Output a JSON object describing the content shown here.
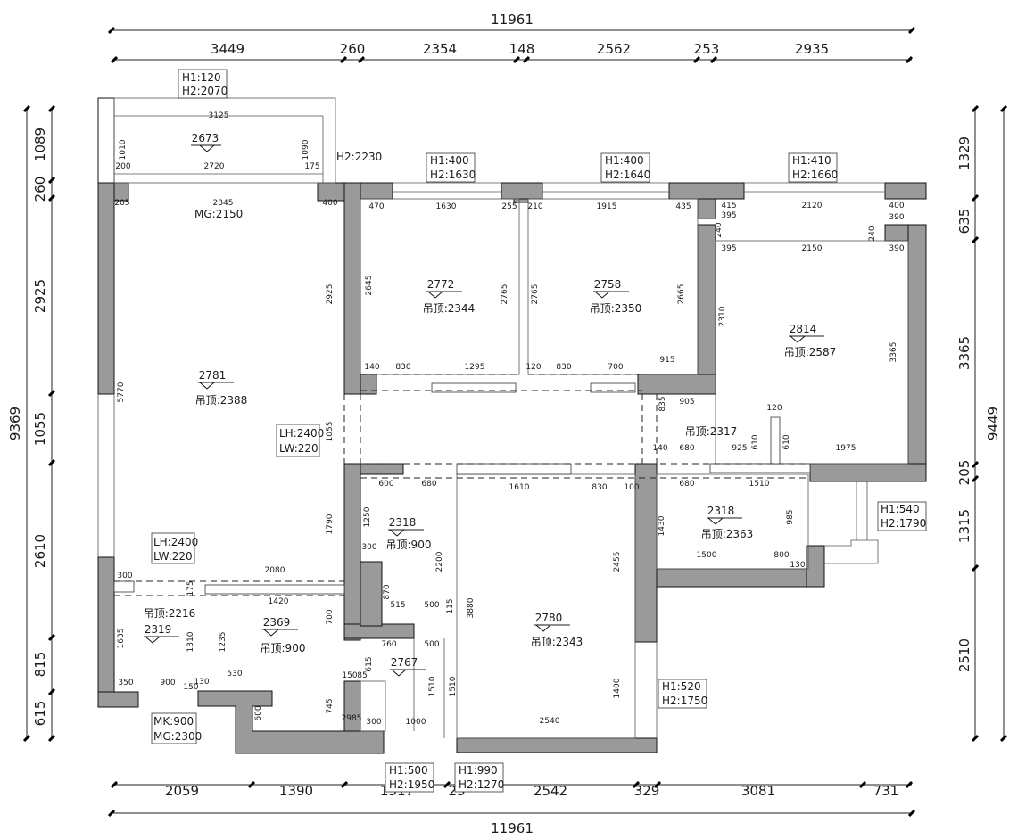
{
  "overall": {
    "top_total": "11961",
    "bottom_total": "11961",
    "left_total": "9369",
    "right_total": "9449"
  },
  "top_dims": [
    "3449",
    "260",
    "2354",
    "148",
    "2562",
    "253",
    "2935"
  ],
  "bottom_dims": [
    "2059",
    "1390",
    "1517",
    "23",
    "2542",
    "329",
    "3081",
    "731"
  ],
  "left_dims": [
    "1089",
    "260",
    "2925",
    "1055",
    "2610",
    "815",
    "615"
  ],
  "right_dims": [
    "1329",
    "635",
    "3365",
    "205",
    "1315",
    "2510"
  ],
  "rooms": [
    {
      "area": "2673"
    },
    {
      "area": "2781",
      "ceiling": "吊顶:2388"
    },
    {
      "area": "2772",
      "ceiling": "吊顶:2344"
    },
    {
      "area": "2758",
      "ceiling": "吊顶:2350"
    },
    {
      "area": "2814",
      "ceiling": "吊顶:2587"
    },
    {
      "area": "2318",
      "ceiling": "吊顶:900"
    },
    {
      "area": "2318",
      "ceiling": "吊顶:2363"
    },
    {
      "area": "2369",
      "ceiling": "吊顶:900"
    },
    {
      "area": "2319"
    },
    {
      "area": "2767"
    },
    {
      "area": "2780",
      "ceiling": "吊顶:2343"
    }
  ],
  "extra_ceiling_labels": [
    "吊顶:2317",
    "吊顶:2216"
  ],
  "openings": [
    {
      "h1": "H1:120",
      "h2": "H2:2070"
    },
    {
      "h1": "H2:2230",
      "h2": ""
    },
    {
      "h1": "H1:400",
      "h2": "H2:1630"
    },
    {
      "h1": "H1:400",
      "h2": "H2:1640"
    },
    {
      "h1": "H1:410",
      "h2": "H2:1660"
    },
    {
      "h1": "H1:540",
      "h2": "H2:1790"
    },
    {
      "h1": "H1:520",
      "h2": "H2:1750"
    },
    {
      "h1": "H1:500",
      "h2": "H2:1950"
    },
    {
      "h1": "H1:990",
      "h2": "H2:1270"
    }
  ],
  "door_labels": [
    {
      "a": "MG:2150"
    },
    {
      "a": "LH:2400",
      "b": "LW:220"
    },
    {
      "a": "LH:2400",
      "b": "LW:220"
    },
    {
      "a": "MK:900",
      "b": "MG:2300"
    }
  ],
  "inner_dims": {
    "balcony": [
      "3125",
      "1010",
      "1090",
      "200",
      "2720",
      "175"
    ],
    "living": [
      "2845",
      "205",
      "400",
      "2925",
      "5770",
      "1055",
      "1790",
      "300",
      "2080",
      "175",
      "1420",
      "1635",
      "1310",
      "350",
      "900",
      "150",
      "130",
      "1235",
      "700",
      "530",
      "600",
      "745"
    ],
    "bed1": [
      "470",
      "1630",
      "255",
      "2645",
      "2765",
      "140",
      "830",
      "1295"
    ],
    "bed2": [
      "210",
      "1915",
      "435",
      "2765",
      "2665",
      "120",
      "830",
      "700",
      "915"
    ],
    "master": [
      "415",
      "395",
      "240",
      "2120",
      "400",
      "390",
      "395",
      "2150",
      "240",
      "390",
      "2310",
      "3365",
      "905",
      "835",
      "120",
      "610",
      "610",
      "1975",
      "925",
      "680",
      "140"
    ],
    "bath": [
      "600",
      "680",
      "1250",
      "300",
      "2200",
      "870",
      "515",
      "500",
      "115",
      "760",
      "500",
      "615",
      "1510",
      "1510",
      "150",
      "85",
      "2985",
      "300",
      "1000"
    ],
    "kitchen": [
      "1610",
      "830",
      "100",
      "2455",
      "3880",
      "1400",
      "2540"
    ],
    "laundry": [
      "680",
      "1510",
      "1430",
      "985",
      "1500",
      "800",
      "130"
    ]
  }
}
